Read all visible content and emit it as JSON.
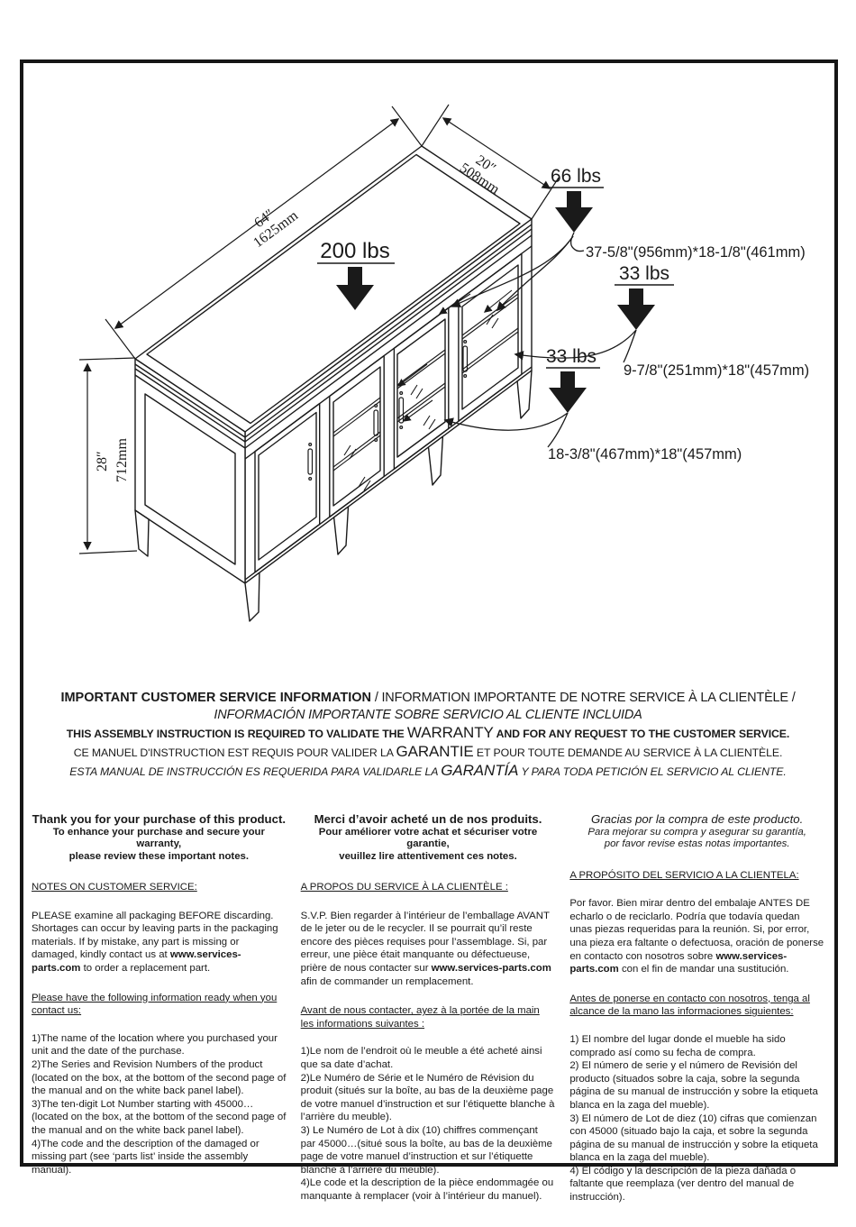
{
  "diagram": {
    "dims": {
      "length_in": "64″",
      "length_mm": "1625mm",
      "depth_in": "20″",
      "depth_mm": "508mm",
      "height_in": "28″",
      "height_mm": "712mm"
    },
    "loads": {
      "top": "200 lbs",
      "open_shelf": "66 lbs",
      "right_shelf": "33 lbs",
      "center_shelf": "33 lbs"
    },
    "compartments": {
      "open": "37-5/8\"(956mm)*18-1/8\"(461mm)",
      "right": "9-7/8\"(251mm)*18\"(457mm)",
      "center": "18-3/8\"(467mm)*18\"(457mm)"
    }
  },
  "notice": {
    "l1b": "IMPORTANT CUSTOMER SERVICE INFORMATION",
    "l1r": " / INFORMATION IMPORTANTE DE NOTRE SERVICE À LA CLIENTÈLE /",
    "l2": "INFORMACIÓN IMPORTANTE SOBRE SERVICIO AL CLIENTE INCLUIDA",
    "l3a": "THIS ASSEMBLY INSTRUCTION IS REQUIRED TO VALIDATE THE ",
    "l3big": "WARRANTY",
    "l3c": " AND FOR ANY REQUEST TO THE CUSTOMER SERVICE.",
    "l4a": "CE MANUEL D'INSTRUCTION EST REQUIS POUR VALIDER LA ",
    "l4big": "GARANTIE",
    "l4c": " ET POUR TOUTE DEMANDE AU SERVICE À LA CLIENTÈLE.",
    "l5a": "ESTA MANUAL DE INSTRUCCIÓN ES REQUERIDA PARA VALIDARLE LA ",
    "l5big": "GARANTÍA",
    "l5c": " Y PARA TODA PETICIÓN EL SERVICIO AL CLIENTE."
  },
  "columns": [
    {
      "heading1": "Thank you for your purchase of this product.",
      "heading2": "To enhance your purchase and secure your warranty,",
      "heading3": "please review these important notes.",
      "sec1_title": "NOTES ON CUSTOMER SERVICE:",
      "p1a": "PLEASE examine all packaging BEFORE discarding. Shortages can occur by leaving parts in the packaging materials. If by mistake, any part is missing or damaged, kindly contact us at ",
      "p1url": "www.services-parts.com",
      "p1b": " to order a replacement part.",
      "sec2_title": "Please have the following information ready when you contact us:",
      "items": [
        "1)The name of the location where you purchased your unit and the date of the purchase.",
        "2)The Series and Revision Numbers of the product (located on the box, at the bottom of the second page of the manual and on the white back panel label).",
        "3)The ten-digit Lot Number starting with 45000… (located on the box, at the bottom of the second page of the manual and on the white back panel label).",
        "4)The code and the description of the damaged or missing part (see ‘parts list’ inside the assembly manual)."
      ]
    },
    {
      "heading1": "Merci d’avoir acheté un de nos produits.",
      "heading2": "Pour améliorer votre achat et sécuriser votre garantie,",
      "heading3": "veuillez lire attentivement ces notes.",
      "sec1_title": "A PROPOS DU SERVICE À LA CLIENTÈLE :",
      "p1a": "S.V.P. Bien regarder à l’intérieur de l’emballage AVANT de le jeter ou de le recycler. Il se pourrait qu’il reste encore des pièces requises pour l’assemblage. Si, par erreur, une pièce était manquante ou défectueuse, prière de nous contacter sur ",
      "p1url": "www.services-parts.com",
      "p1b": " afin de commander un remplacement.",
      "sec2_title": "Avant de nous contacter, ayez à la portée de la main les informations suivantes :",
      "items": [
        "1)Le nom de l’endroit où le meuble a été acheté ainsi que sa date d’achat.",
        "2)Le Numéro de Série et le Numéro de Révision du produit (situés sur la boîte, au bas de la deuxième page de votre manuel d’instruction et sur l’étiquette blanche à l’arrière du meuble).",
        "3) Le Numéro de Lot à dix (10) chiffres commençant par 45000…(situé sous la boîte, au bas de la deuxième page de votre manuel d’instruction et sur l’étiquette blanche à l’arrière du meuble).",
        "4)Le code et la description de la pièce endommagée ou manquante à remplacer (voir à l’intérieur du manuel)."
      ]
    },
    {
      "heading1": "Gracias por la compra de este producto.",
      "heading2": "Para mejorar su compra y asegurar su garantía,",
      "heading3": "por favor revise estas notas importantes.",
      "sec1_title": "A PROPÓSITO DEL SERVICIO A LA CLIENTELA:",
      "p1a": "Por favor. Bien mirar dentro del embalaje ANTES DE echarlo o de reciclarlo. Podría que todavía quedan unas piezas requeridas para la reunión. Si, por error, una pieza era faltante o defectuosa, oración de ponerse en contacto con nosotros sobre ",
      "p1url": "www.services-parts.com",
      "p1b": " con el fin de mandar una sustitución.",
      "sec2_title": "Antes de ponerse en contacto con nosotros, tenga al alcance de la mano las informaciones siguientes:",
      "items": [
        "1) El nombre del lugar donde el mueble ha sido comprado así como su fecha de compra.",
        "2) El número de serie y el número de Revisión del producto (situados sobre la caja, sobre la segunda página de su manual de instrucción y sobre la etiqueta blanca en la zaga del mueble).",
        "3) El número de Lot de diez (10) cifras que comienzan con 45000 (situado bajo la caja, et sobre la segunda página de su manual de instrucción y sobre la etiqueta blanca en la zaga del mueble).",
        "4) El código y la descripción de la pieza dañada o faltante que reemplaza (ver dentro del manual de instrucción)."
      ]
    }
  ]
}
